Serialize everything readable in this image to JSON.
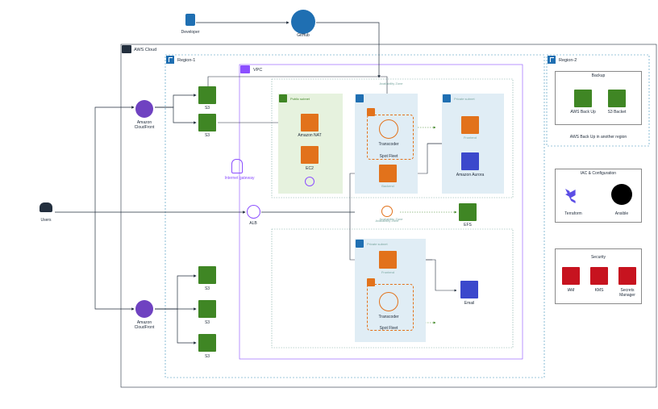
{
  "top": {
    "developer": "Developer",
    "github": "GitHub"
  },
  "aws_cloud": {
    "title": "AWS Cloud"
  },
  "region1": {
    "title": "Region-1"
  },
  "region2": {
    "title": "Region-2"
  },
  "vpc": {
    "title": "VPC"
  },
  "users": "Users",
  "cloudfront_top": "Amazon CloudFront",
  "cloudfront_bottom": "Amazon CloudFront",
  "s3_labels": [
    "S3",
    "S3",
    "S3",
    "S3",
    "S3"
  ],
  "internet_gateway": "Internet gateway",
  "alb": "ALB",
  "public_subnet": {
    "title": "Public subnet",
    "nat": "Amazon NAT",
    "ec2": "EC2"
  },
  "az_label": "Availability Zone",
  "private_subnet": "Private subnet",
  "transcoder": "Transcoder",
  "spot_fleet": "Spot Fleet",
  "backend": "Backend",
  "frontend": "Frontend",
  "amazon_aurora": "Amazon Aurora",
  "efs": "EFS",
  "email": "Email",
  "backup": {
    "title": "Backup",
    "aws_backup": "AWS Back Up",
    "s3_backet": "S3 Backet",
    "note": "AWS Back Up in another region"
  },
  "iac": {
    "title": "IAC & Configuration",
    "terraform": "Terraform",
    "ansible": "Ansible"
  },
  "security": {
    "title": "Security",
    "iam": "IAM",
    "kms": "KMS",
    "secrets": "Secrets Manager"
  },
  "colors": {
    "green": "#3f8624",
    "orange": "#e2721b",
    "purple": "#6f42c1",
    "blue": "#3b48cc",
    "red": "#c7131f",
    "teal": "#7aa7a0"
  }
}
